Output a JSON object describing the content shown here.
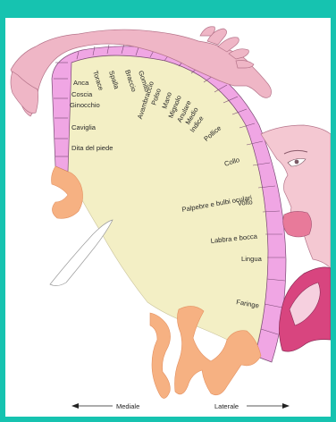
{
  "colors": {
    "frame_border": "#16c3b0",
    "cortex_fill": "#f3efc5",
    "homunculus_band": "#f0a6e4",
    "gyrus": "#f6b182",
    "body_skin": "#efb6c6",
    "face_skin": "#f4c8d2",
    "mouth_interior": "#d8457f"
  },
  "labels": [
    {
      "id": "anca",
      "text": "Anca"
    },
    {
      "id": "torace",
      "text": "Torace"
    },
    {
      "id": "spalla",
      "text": "Spalla"
    },
    {
      "id": "braccio",
      "text": "Braccio"
    },
    {
      "id": "gomito",
      "text": "Gomito"
    },
    {
      "id": "avambraccio",
      "text": "Avambraccio"
    },
    {
      "id": "coscia",
      "text": "Coscia"
    },
    {
      "id": "ginocchio",
      "text": "Ginocchio"
    },
    {
      "id": "caviglia",
      "text": "Caviglia"
    },
    {
      "id": "dita_piede",
      "text": "Dita del piede"
    },
    {
      "id": "polso",
      "text": "Polso"
    },
    {
      "id": "mano",
      "text": "Mano"
    },
    {
      "id": "mignolo",
      "text": "Mignolo"
    },
    {
      "id": "anulare",
      "text": "Anulare"
    },
    {
      "id": "medio",
      "text": "Medio"
    },
    {
      "id": "indice",
      "text": "Indice"
    },
    {
      "id": "pollice",
      "text": "Pollice"
    },
    {
      "id": "collo",
      "text": "Collo"
    },
    {
      "id": "palpebre",
      "text": "Palpebre e bulbi oculari"
    },
    {
      "id": "volto",
      "text": "Volto"
    },
    {
      "id": "labbra",
      "text": "Labbra e bocca"
    },
    {
      "id": "lingua",
      "text": "Lingua"
    },
    {
      "id": "faringe",
      "text": "Faringe"
    }
  ],
  "axis": {
    "medial": "Mediale",
    "lateral": "Laterale"
  }
}
